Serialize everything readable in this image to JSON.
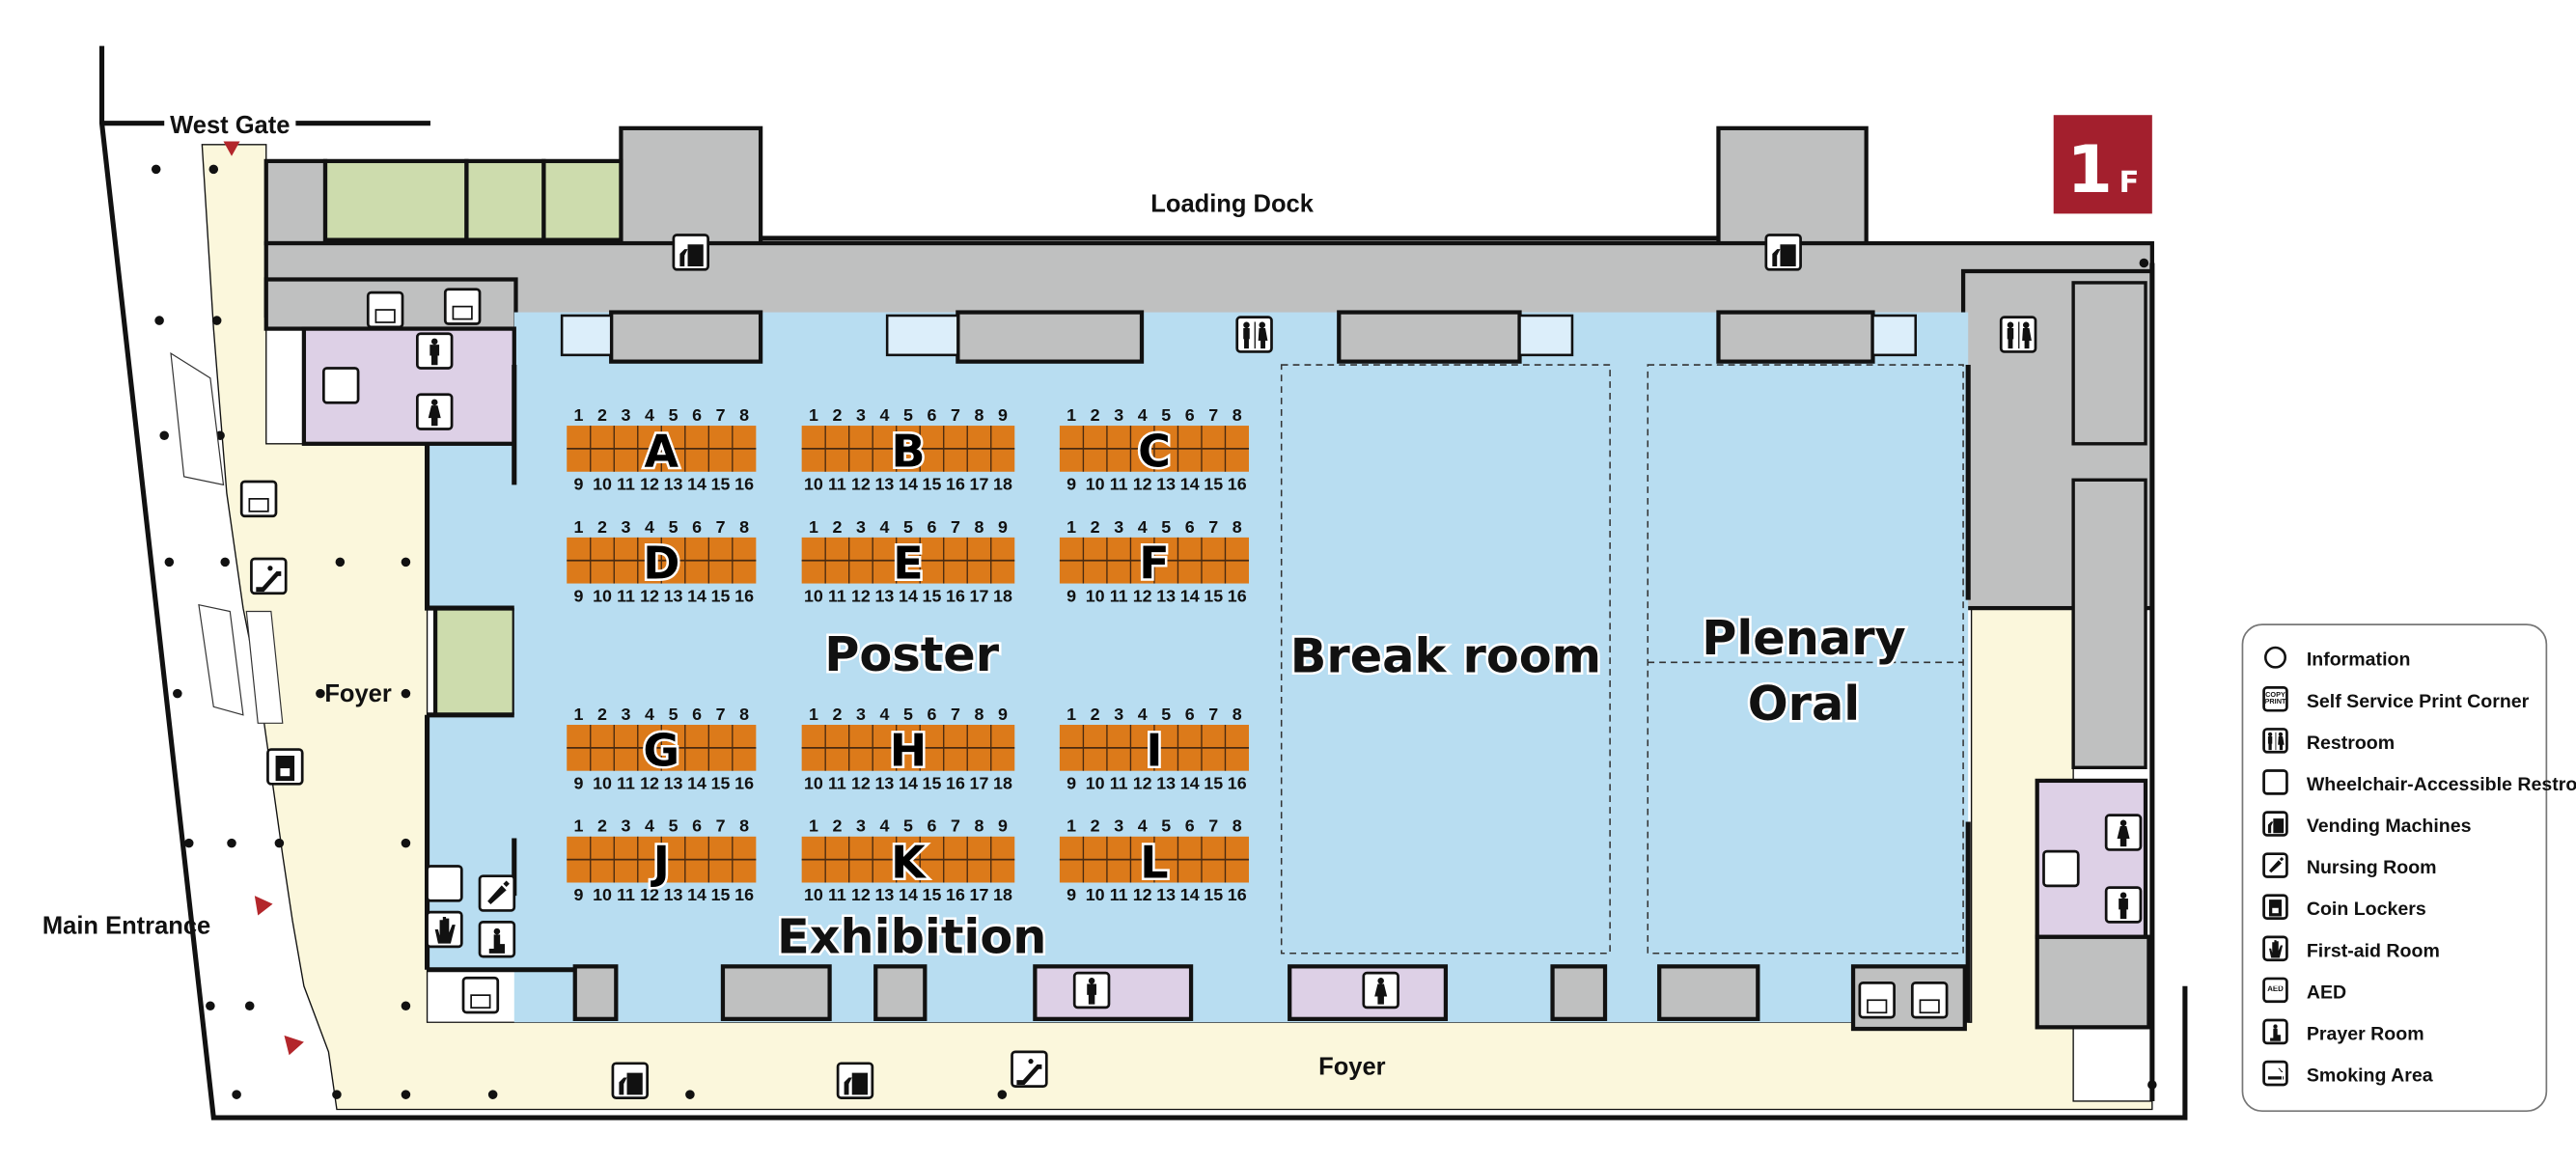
{
  "floor_badge": {
    "number": "1",
    "suffix": "F",
    "color": "#a31f2d"
  },
  "labels": {
    "west_gate": "West Gate",
    "loading_dock": "Loading Dock",
    "main_entrance": "Main Entrance",
    "foyer_west": "Foyer",
    "foyer_south": "Foyer",
    "poster": "Poster",
    "exhibition": "Exhibition",
    "break_room": "Break room",
    "plenary": "Plenary",
    "oral": "Oral"
  },
  "poster_blocks": [
    {
      "id": "A",
      "top": [
        "1",
        "2",
        "3",
        "4",
        "5",
        "6",
        "7",
        "8"
      ],
      "bottom": [
        "9",
        "10",
        "11",
        "12",
        "13",
        "14",
        "15",
        "16"
      ]
    },
    {
      "id": "B",
      "top": [
        "1",
        "2",
        "3",
        "4",
        "5",
        "6",
        "7",
        "8",
        "9"
      ],
      "bottom": [
        "10",
        "11",
        "12",
        "13",
        "14",
        "15",
        "16",
        "17",
        "18"
      ]
    },
    {
      "id": "C",
      "top": [
        "1",
        "2",
        "3",
        "4",
        "5",
        "6",
        "7",
        "8"
      ],
      "bottom": [
        "9",
        "10",
        "11",
        "12",
        "13",
        "14",
        "15",
        "16"
      ]
    },
    {
      "id": "D",
      "top": [
        "1",
        "2",
        "3",
        "4",
        "5",
        "6",
        "7",
        "8"
      ],
      "bottom": [
        "9",
        "10",
        "11",
        "12",
        "13",
        "14",
        "15",
        "16"
      ]
    },
    {
      "id": "E",
      "top": [
        "1",
        "2",
        "3",
        "4",
        "5",
        "6",
        "7",
        "8",
        "9"
      ],
      "bottom": [
        "10",
        "11",
        "12",
        "13",
        "14",
        "15",
        "16",
        "17",
        "18"
      ]
    },
    {
      "id": "F",
      "top": [
        "1",
        "2",
        "3",
        "4",
        "5",
        "6",
        "7",
        "8"
      ],
      "bottom": [
        "9",
        "10",
        "11",
        "12",
        "13",
        "14",
        "15",
        "16"
      ]
    },
    {
      "id": "G",
      "top": [
        "1",
        "2",
        "3",
        "4",
        "5",
        "6",
        "7",
        "8"
      ],
      "bottom": [
        "9",
        "10",
        "11",
        "12",
        "13",
        "14",
        "15",
        "16"
      ]
    },
    {
      "id": "H",
      "top": [
        "1",
        "2",
        "3",
        "4",
        "5",
        "6",
        "7",
        "8",
        "9"
      ],
      "bottom": [
        "10",
        "11",
        "12",
        "13",
        "14",
        "15",
        "16",
        "17",
        "18"
      ]
    },
    {
      "id": "I",
      "top": [
        "1",
        "2",
        "3",
        "4",
        "5",
        "6",
        "7",
        "8"
      ],
      "bottom": [
        "9",
        "10",
        "11",
        "12",
        "13",
        "14",
        "15",
        "16"
      ]
    },
    {
      "id": "J",
      "top": [
        "1",
        "2",
        "3",
        "4",
        "5",
        "6",
        "7",
        "8"
      ],
      "bottom": [
        "9",
        "10",
        "11",
        "12",
        "13",
        "14",
        "15",
        "16"
      ]
    },
    {
      "id": "K",
      "top": [
        "1",
        "2",
        "3",
        "4",
        "5",
        "6",
        "7",
        "8",
        "9"
      ],
      "bottom": [
        "10",
        "11",
        "12",
        "13",
        "14",
        "15",
        "16",
        "17",
        "18"
      ]
    },
    {
      "id": "L",
      "top": [
        "1",
        "2",
        "3",
        "4",
        "5",
        "6",
        "7",
        "8"
      ],
      "bottom": [
        "9",
        "10",
        "11",
        "12",
        "13",
        "14",
        "15",
        "16"
      ]
    }
  ],
  "legend": [
    {
      "icon": "information",
      "label": "Information"
    },
    {
      "icon": "print",
      "label": "Self Service Print Corner",
      "icon_text": "COPY PRINT"
    },
    {
      "icon": "restroom",
      "label": "Restroom"
    },
    {
      "icon": "wheelchair",
      "label": "Wheelchair-Accessible Restroom"
    },
    {
      "icon": "vending",
      "label": "Vending Machines"
    },
    {
      "icon": "nursing",
      "label": "Nursing Room"
    },
    {
      "icon": "locker",
      "label": "Coin Lockers"
    },
    {
      "icon": "firstaid",
      "label": "First-aid Room"
    },
    {
      "icon": "aed",
      "label": "AED",
      "icon_text": "AED"
    },
    {
      "icon": "prayer",
      "label": "Prayer Room"
    },
    {
      "icon": "smoking",
      "label": "Smoking Area"
    }
  ],
  "colors": {
    "foyer": "#fbf7dc",
    "hall": "#b8ddf1",
    "service": "#bfc0c0",
    "green_room": "#cddcad",
    "restroom": "#ddd0e6",
    "poster_board": "#dc7a1a",
    "entrance_marker": "#b3262b"
  }
}
